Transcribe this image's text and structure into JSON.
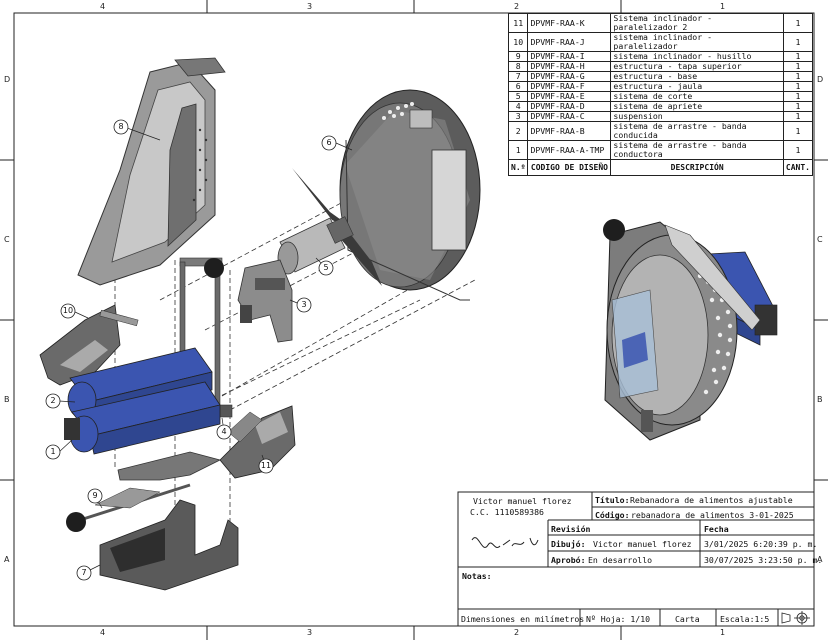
{
  "rulers": {
    "top": [
      "4",
      "3",
      "2",
      "1"
    ],
    "bottom": [
      "4",
      "3",
      "2",
      "1"
    ],
    "left": [
      "D",
      "C",
      "B",
      "A"
    ],
    "right": [
      "D",
      "C",
      "B",
      "A"
    ]
  },
  "bom": {
    "headers": [
      "N.º",
      "CODIGO DE DISEÑO",
      "DESCRIPCIÓN",
      "CANT."
    ],
    "rows": [
      {
        "n": "11",
        "code": "DPVMF-RAA-K",
        "desc": "Sistema inclinador - paralelizador 2",
        "qty": "1"
      },
      {
        "n": "10",
        "code": "DPVMF-RAA-J",
        "desc": "sistema inclinador - paralelizador",
        "qty": "1"
      },
      {
        "n": "9",
        "code": "DPVMF-RAA-I",
        "desc": "sistema inclinador - husillo",
        "qty": "1"
      },
      {
        "n": "8",
        "code": "DPVMF-RAA-H",
        "desc": "estructura - tapa superior",
        "qty": "1"
      },
      {
        "n": "7",
        "code": "DPVMF-RAA-G",
        "desc": "estructura - base",
        "qty": "1"
      },
      {
        "n": "6",
        "code": "DPVMF-RAA-F",
        "desc": "estructura - jaula",
        "qty": "1"
      },
      {
        "n": "5",
        "code": "DPVMF-RAA-E",
        "desc": "sistema de corte",
        "qty": "1"
      },
      {
        "n": "4",
        "code": "DPVMF-RAA-D",
        "desc": "sistema de apriete",
        "qty": "1"
      },
      {
        "n": "3",
        "code": "DPVMF-RAA-C",
        "desc": "suspension",
        "qty": "1"
      },
      {
        "n": "2",
        "code": "DPVMF-RAA-B",
        "desc": "sistema de arrastre - banda conducida",
        "qty": "1"
      },
      {
        "n": "1",
        "code": "DPVMF-RAA-A-TMP",
        "desc": "sistema de arrastre - banda conductora",
        "qty": "1"
      }
    ]
  },
  "callouts": [
    "8",
    "6",
    "5",
    "3",
    "10",
    "2",
    "1",
    "4",
    "9",
    "11",
    "7"
  ],
  "title_block": {
    "author_name": "Victor manuel florez",
    "author_id": "C.C. 1110589386",
    "titulo_label": "Título:",
    "titulo_value": "Rebanadora de alimentos ajustable",
    "codigo_label": "Código:",
    "codigo_value": "rebanadora de alimentos 3-01-2025",
    "revision_label": "Revisión",
    "fecha_label": "Fecha",
    "dibujo_label": "Dibujó:",
    "dibujo_value": "Victor manuel florez",
    "dibujo_date": "3/01/2025 6:20:39 p. m.",
    "aprobo_label": "Aprobó:",
    "aprobo_value": "En desarrollo",
    "aprobo_date": "30/07/2025 3:23:50 p. m.",
    "notas_label": "Notas:",
    "dimensiones": "Dimensiones en milímetros",
    "hoja": "Nº Hoja: 1/10",
    "formato": "Carta",
    "escala": "Escala:1:5",
    "signature": "Victor M"
  },
  "colors": {
    "belt": "#3b55b0",
    "metal": "#8a8a8a",
    "dark": "#3c3c3c",
    "frame": "#5a5a5a"
  }
}
